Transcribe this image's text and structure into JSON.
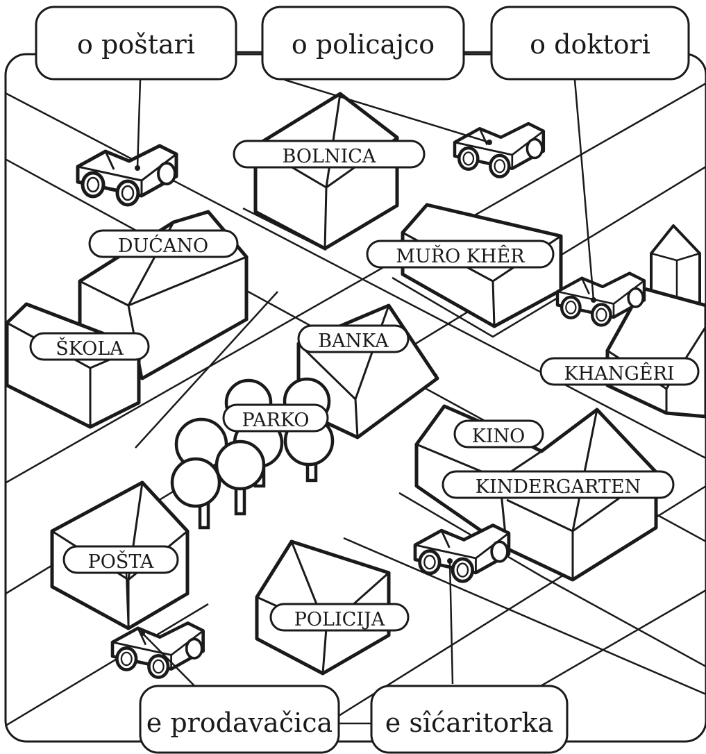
{
  "people_top": [
    {
      "label": "o poštari"
    },
    {
      "label": "o policajco"
    },
    {
      "label": "o doktori"
    }
  ],
  "people_bottom": [
    {
      "label": "e prodavačica"
    },
    {
      "label": "e sîćaritorka"
    }
  ],
  "places": {
    "bolnica": "BOLNICA",
    "ducano": "DUĆANO",
    "muro_kher": "MUŘO KHÊR",
    "skola": "ŠKOLA",
    "banka": "BANKA",
    "khangeri": "KHANGÊRI",
    "parko": "PARKO",
    "kino": "KINO",
    "kindergarten": "KINDERGARTEN",
    "posta": "POŠTA",
    "policija": "POLICIJA"
  },
  "colors": {
    "line": "#1a1a1a",
    "fill": "#ffffff"
  }
}
